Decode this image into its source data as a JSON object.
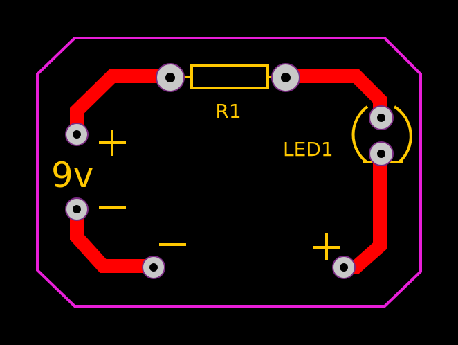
{
  "colors": {
    "background": "#000000",
    "board_outline": "#e81ed8",
    "copper_trace": "#ff0000",
    "silkscreen": "#ffc800",
    "pad_ring": "#c8c8c8",
    "pad_hole": "#000000",
    "pad_edge": "#7a2a82"
  },
  "labels": {
    "resistor": "R1",
    "led": "LED1",
    "battery_voltage": "9v",
    "battery_plus": "+",
    "battery_minus": "−",
    "wire_minus": "−",
    "wire_plus": "+"
  },
  "components": [
    {
      "designator": "R1",
      "type": "resistor"
    },
    {
      "designator": "LED1",
      "type": "led"
    }
  ]
}
